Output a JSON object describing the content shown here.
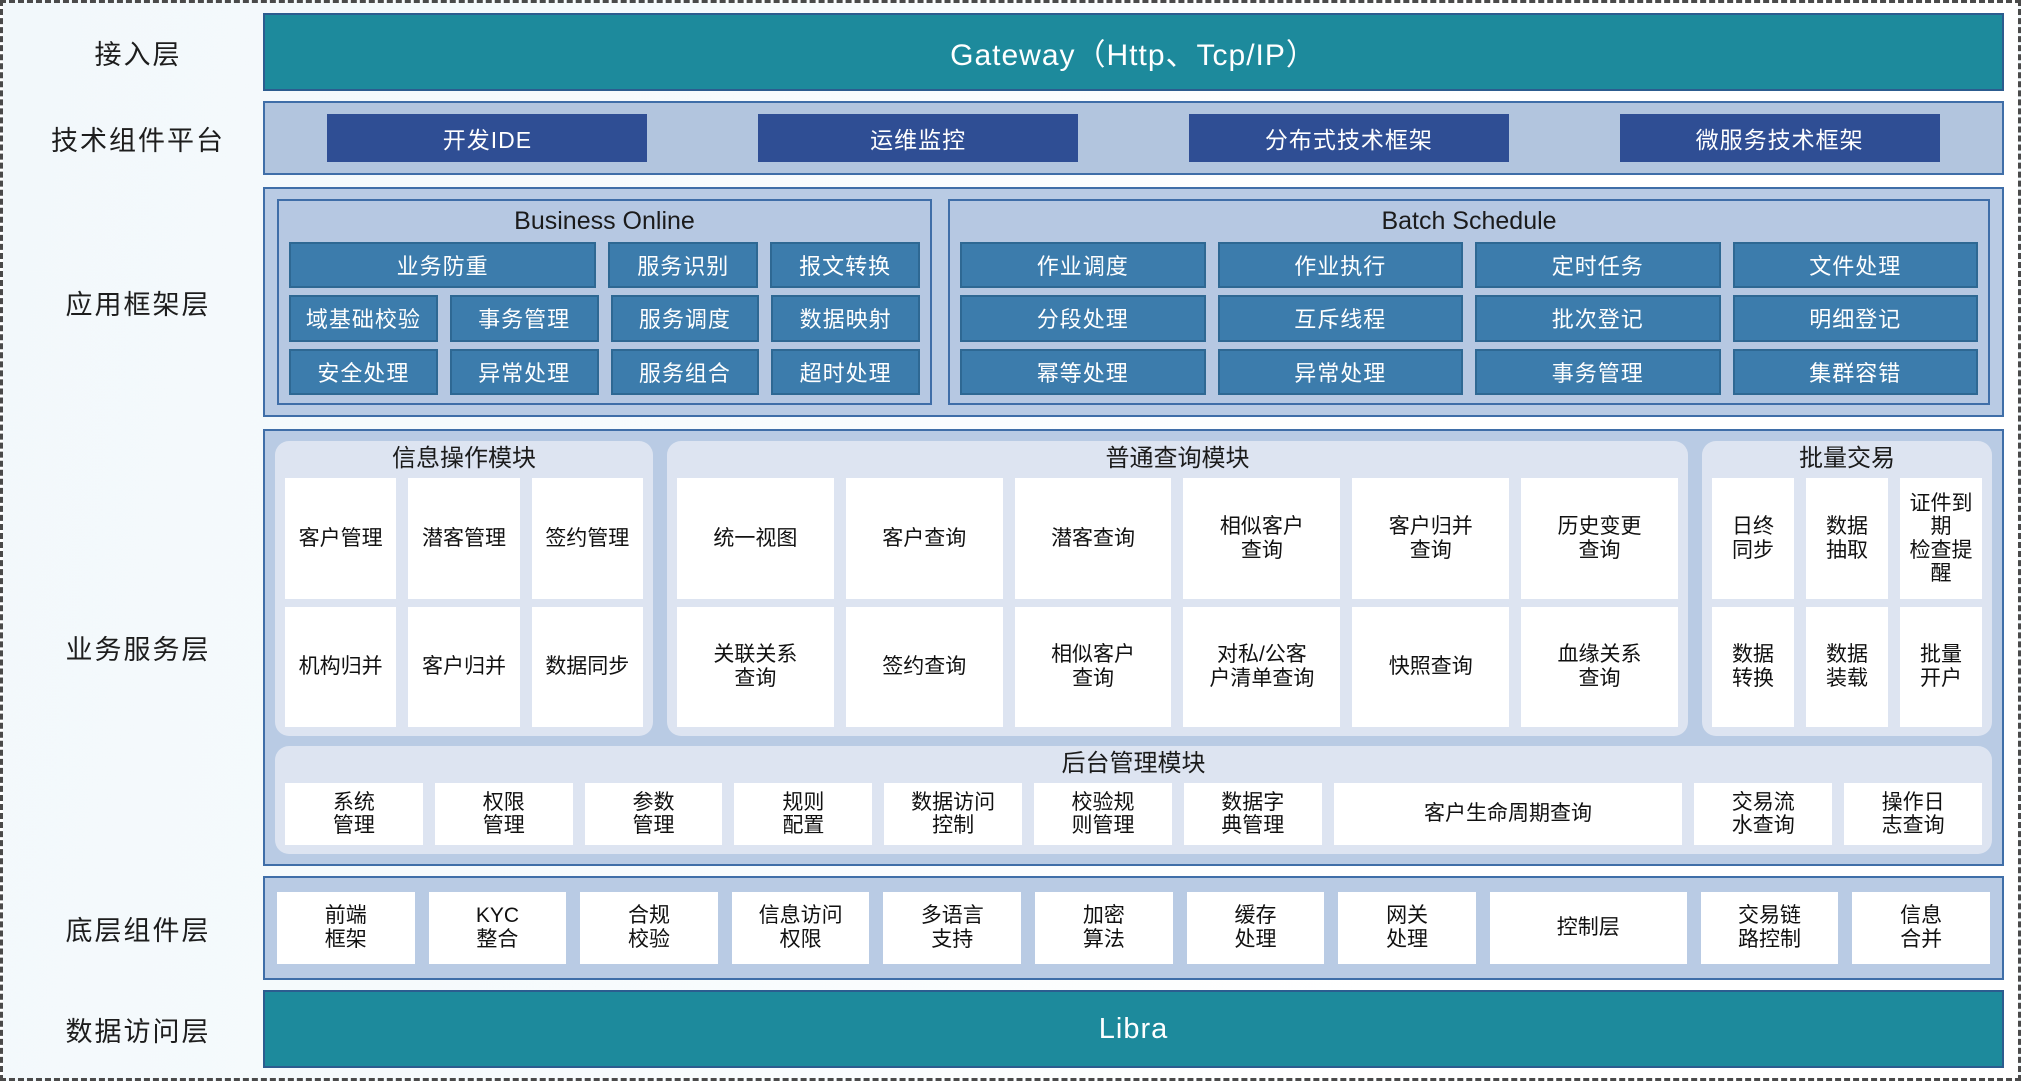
{
  "layers": {
    "access": {
      "label": "接入层",
      "bar": "Gateway（Http、Tcp/IP）"
    },
    "tech": {
      "label": "技术组件平台",
      "chips": [
        "开发IDE",
        "运维监控",
        "分布式技术框架",
        "微服务技术框架"
      ]
    },
    "app": {
      "label": "应用框架层",
      "groups": [
        {
          "title": "Business Online",
          "rows": [
            [
              "业务防重",
              "服务识别",
              "报文转换"
            ],
            [
              "域基础校验",
              "事务管理",
              "服务调度",
              "数据映射"
            ],
            [
              "安全处理",
              "异常处理",
              "服务组合",
              "超时处理"
            ]
          ]
        },
        {
          "title": "Batch Schedule",
          "rows": [
            [
              "作业调度",
              "作业执行",
              "定时任务",
              "文件处理"
            ],
            [
              "分段处理",
              "互斥线程",
              "批次登记",
              "明细登记"
            ],
            [
              "幂等处理",
              "异常处理",
              "事务管理",
              "集群容错"
            ]
          ]
        }
      ]
    },
    "business": {
      "label": "业务服务层",
      "modules": [
        {
          "title": "信息操作模块",
          "rows": [
            [
              "客户管理",
              "潜客管理",
              "签约管理"
            ],
            [
              "机构归并",
              "客户归并",
              "数据同步"
            ]
          ]
        },
        {
          "title": "普通查询模块",
          "rows": [
            [
              "统一视图",
              "客户查询",
              "潜客查询",
              "相似客户\n查询",
              "客户归并\n查询",
              "历史变更\n查询"
            ],
            [
              "关联关系\n查询",
              "签约查询",
              "相似客户\n查询",
              "对私/公客\n户清单查询",
              "快照查询",
              "血缘关系\n查询"
            ]
          ]
        },
        {
          "title": "批量交易",
          "rows": [
            [
              "日终\n同步",
              "数据\n抽取",
              "证件到期\n检查提醒"
            ],
            [
              "数据\n转换",
              "数据\n装载",
              "批量\n开户"
            ]
          ]
        }
      ],
      "admin": {
        "title": "后台管理模块",
        "cells": [
          "系统\n管理",
          "权限\n管理",
          "参数\n管理",
          "规则\n配置",
          "数据访问\n控制",
          "校验规\n则管理",
          "数据字\n典管理",
          "客户生命周期查询",
          "交易流\n水查询",
          "操作日\n志查询"
        ],
        "wide_index": 7
      }
    },
    "base": {
      "label": "底层组件层",
      "cells": [
        "前端\n框架",
        "KYC\n整合",
        "合规\n校验",
        "信息访问\n权限",
        "多语言\n支持",
        "加密\n算法",
        "缓存\n处理",
        "网关\n处理",
        "控制层",
        "交易链\n路控制",
        "信息\n合并"
      ],
      "wide_index": 8
    },
    "data": {
      "label": "数据访问层",
      "bar": "Libra"
    }
  },
  "colors": {
    "teal": "#1d8a9c",
    "band_blue": "#b9cbe4",
    "chip_navy": "#2f4e94",
    "cell_blue": "#3c7cac",
    "module_bg": "#dde4f1",
    "border_blue": "#3f6ea8"
  }
}
